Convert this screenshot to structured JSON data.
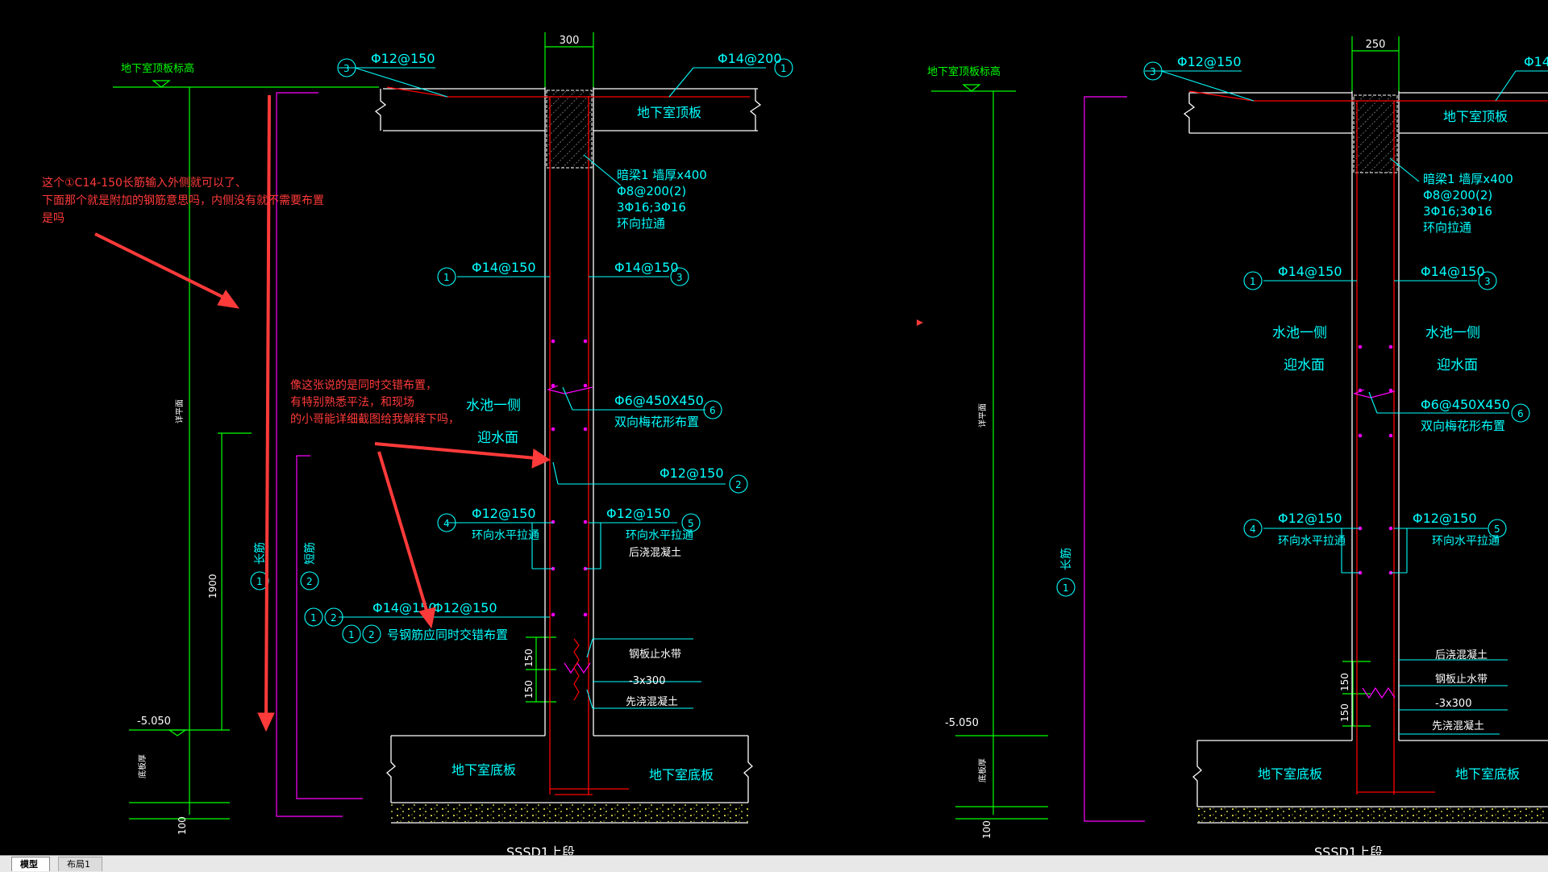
{
  "colors": {
    "background": "#000000",
    "dimension": "#00ff00",
    "annotation": "#00ffff",
    "rebar": "#ff0000",
    "stirrup": "#ff00ff",
    "comment": "#ff3a3a",
    "hatch": "#ffffff"
  },
  "left_section": {
    "wall_thickness": "300",
    "roof_level": "地下室顶板标高",
    "roof_slab": "地下室顶板",
    "top_left_rebar": {
      "num": "3",
      "spec": "Φ12@150"
    },
    "top_right_rebar": {
      "num": "1",
      "spec": "Φ14@200"
    },
    "beam_note": [
      "暗梁1 墙厚x400",
      "Φ8@200(2)",
      "3Φ16;3Φ16",
      "环向拉通"
    ],
    "rebar_1": {
      "num": "1",
      "spec": "Φ14@150"
    },
    "rebar_3": {
      "num": "3",
      "spec": "Φ14@150"
    },
    "pool_side": [
      "水池一侧",
      "迎水面"
    ],
    "rebar_6": {
      "num": "6",
      "spec": "Φ6@450X450",
      "note": "双向梅花形布置"
    },
    "rebar_2": {
      "num": "2",
      "spec": "Φ12@150"
    },
    "rebar_4": {
      "num": "4",
      "spec": "Φ12@150",
      "note": "环向水平拉通"
    },
    "rebar_5": {
      "num": "5",
      "spec": "Φ12@150",
      "note": "环向水平拉通"
    },
    "post_pour": "后浇混凝土",
    "combo_label": {
      "num1": "1",
      "num2": "2",
      "spec1": "Φ14@150",
      "spec2": "Φ12@150"
    },
    "combo_note": {
      "num1": "1",
      "num2": "2",
      "text": "号钢筋应同时交错布置"
    },
    "waterstop": "钢板止水带",
    "waterstop_size": "-3x300",
    "pre_pour": "先浇混凝土",
    "dim_1900": "1900",
    "dim_150a": "150",
    "dim_150b": "150",
    "dim_100": "100",
    "level": "-5.050",
    "floor_slab_a": "地下室底板",
    "floor_slab_b": "地下室底板",
    "slab_thick": "底板厚",
    "v_label": "详平面",
    "long_bar": {
      "num": "1",
      "text": "长筋"
    },
    "add_bar": {
      "num": "2",
      "text": "短筋"
    },
    "section_title": "SSSD1上段"
  },
  "right_section": {
    "wall_thickness": "250",
    "roof_level": "地下室顶板标高",
    "roof_slab": "地下室顶板",
    "top_left_rebar": {
      "num": "3",
      "spec": "Φ12@150"
    },
    "top_right_rebar": {
      "spec": "Φ14"
    },
    "beam_note": [
      "暗梁1 墙厚x400",
      "Φ8@200(2)",
      "3Φ16;3Φ16",
      "环向拉通"
    ],
    "rebar_1": {
      "num": "1",
      "spec": "Φ14@150"
    },
    "rebar_3": {
      "num": "3",
      "spec": "Φ14@150"
    },
    "pool_side_left": [
      "水池一侧",
      "迎水面"
    ],
    "pool_side_right": [
      "水池一侧",
      "迎水面"
    ],
    "rebar_6": {
      "num": "6",
      "spec": "Φ6@450X450",
      "note": "双向梅花形布置"
    },
    "rebar_4": {
      "num": "4",
      "spec": "Φ12@150",
      "note": "环向水平拉通"
    },
    "rebar_5": {
      "num": "5",
      "spec": "Φ12@150",
      "note": "环向水平拉通"
    },
    "post_pour": "后浇混凝土",
    "waterstop": "钢板止水带",
    "waterstop_size": "-3x300",
    "pre_pour": "先浇混凝土",
    "dim_150a": "150",
    "dim_150b": "150",
    "dim_100": "100",
    "level": "-5.050",
    "floor_slab_a": "地下室底板",
    "floor_slab_b": "地下室底板",
    "slab_thick": "底板厚",
    "v_label": "详平面",
    "long_bar": {
      "num": "1",
      "text": "长筋"
    },
    "section_title": "SSSD1上段"
  },
  "comments": {
    "first": [
      "这个①C14-150长筋输入外侧就可以了、",
      "下面那个就是附加的钢筋意思吗，内侧没有就不需要布置",
      "是吗"
    ],
    "second": [
      "像这张说的是同时交错布置，",
      "有特别熟悉平法，和现场",
      "的小哥能详细截图给我解释下吗，"
    ]
  },
  "tabs": [
    {
      "label": "模型",
      "active": true
    },
    {
      "label": "布局1",
      "active": false
    }
  ]
}
